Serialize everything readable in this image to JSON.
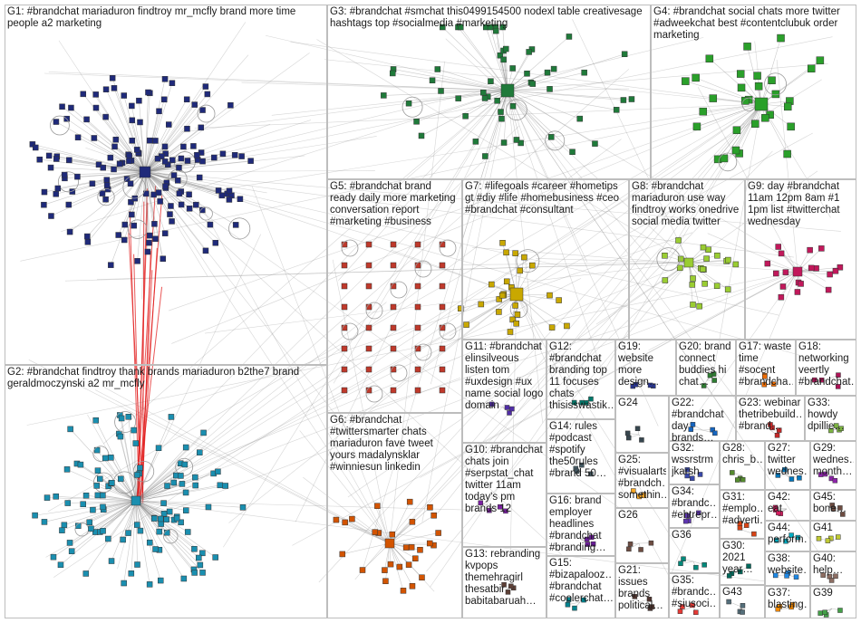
{
  "panels": [
    {
      "id": "G1",
      "label": "G1: #brandchat mariaduron findtroy mr_mcfly brand more time people a2 marketing",
      "theme": "#1f2a7a"
    },
    {
      "id": "G2",
      "label": "G2: #brandchat findtroy thank brands mariaduron b2the7 brand geraldmoczynski a2 mr_mcfly",
      "theme": "#1a8fb0"
    },
    {
      "id": "G3",
      "label": "G3: #brandchat #smchat this0499154500 nodexl table creativesage hashtags top #socialmedia #marketing",
      "theme": "#1f7a3a"
    },
    {
      "id": "G4",
      "label": "G4: #brandchat social chats more twitter #adweekchat best #contentclubuk order marketing",
      "theme": "#2aa02a"
    },
    {
      "id": "G5",
      "label": "G5: #brandchat brand ready daily more marketing conversation report #marketing #business",
      "theme": "#c0392b"
    },
    {
      "id": "G6",
      "label": "G6: #brandchat #twittersmarter chats mariaduron fave tweet yours madalynsklar #winniesun linkedin",
      "theme": "#d35400"
    },
    {
      "id": "G7",
      "label": "G7: #lifegoals #career #hometips gt #diy #life #homebusiness #ceo #brandchat #consultant",
      "theme": "#c9a800"
    },
    {
      "id": "G8",
      "label": "G8: #brandchat mariaduron use way findtroy works onedrive social media twitter",
      "theme": "#9acd32"
    },
    {
      "id": "G9",
      "label": "G9: day #brandchat 11am 12pm 8am #1 1pm list #twitterchat wednesday",
      "theme": "#c2185b"
    },
    {
      "id": "G10",
      "label": "G10: #brandchat chats join #serpstat_chat twitter 11am today's pm brands 12",
      "theme": "#7b1fa2"
    },
    {
      "id": "G11",
      "label": "G11: #brandchat elinsilveous listen tom #uxdesign #ux name social logo domain",
      "theme": "#512da8"
    },
    {
      "id": "G12",
      "label": "G12: #brandchat branding top 11 focuses chats thisisswastik…",
      "theme": "#00796b"
    },
    {
      "id": "G13",
      "label": "G13: rebranding kvpops themehragirl thesatbir babitabaruah…",
      "theme": "#5d4037"
    },
    {
      "id": "G14",
      "label": "G14: rules #podcast #spotify the50rules #brand 50…",
      "theme": "#455a64"
    },
    {
      "id": "G15",
      "label": "G15: #bizapalooz… #brandchat #coolerchat…",
      "theme": "#00838f"
    },
    {
      "id": "G16",
      "label": "G16: brand employer headlines #brandchat #branding…",
      "theme": "#6a1b9a"
    },
    {
      "id": "G17",
      "label": "G17: waste time #socent #brandcha…",
      "theme": "#ef6c00"
    },
    {
      "id": "G18",
      "label": "G18: networking veertly #brandchat…",
      "theme": "#ad1457"
    },
    {
      "id": "G19",
      "label": "G19: website more design…",
      "theme": "#283593"
    },
    {
      "id": "G20",
      "label": "G20: brand connect buddies hi chat…",
      "theme": "#2e7d32"
    },
    {
      "id": "G21",
      "label": "G21: issues brands political…",
      "theme": "#4e342e"
    },
    {
      "id": "G22",
      "label": "G22: #brandchat day brands…",
      "theme": "#1565c0"
    },
    {
      "id": "G23",
      "label": "G23: webinar thetribebuild… #brand…",
      "theme": "#c62828"
    },
    {
      "id": "G24",
      "label": "G24",
      "theme": "#37474f"
    },
    {
      "id": "G25",
      "label": "G25: #visualarts #brandch… somethin…",
      "theme": "#f9a825"
    },
    {
      "id": "G26",
      "label": "G26",
      "theme": "#6d4c41"
    },
    {
      "id": "G27",
      "label": "G27: twitter wednes…",
      "theme": "#0277bd"
    },
    {
      "id": "G28",
      "label": "G28: chris_b…",
      "theme": "#558b2f"
    },
    {
      "id": "G29",
      "label": "G29: wednes… month…",
      "theme": "#8e24aa"
    },
    {
      "id": "G30",
      "label": "G30: 2021 year…",
      "theme": "#00695c"
    },
    {
      "id": "G31",
      "label": "G31: #emplo… #adverti…",
      "theme": "#d84315"
    },
    {
      "id": "G32",
      "label": "G32: wssrstrm jkarsh",
      "theme": "#3949ab"
    },
    {
      "id": "G33",
      "label": "G33: howdy dpillie…",
      "theme": "#7cb342"
    },
    {
      "id": "G34",
      "label": "G34: #brandc… #ehtrepr…",
      "theme": "#5e35b1"
    },
    {
      "id": "G35",
      "label": "G35: #brandc… #siusoci…",
      "theme": "#e53935"
    },
    {
      "id": "G36",
      "label": "G36",
      "theme": "#00897b"
    },
    {
      "id": "G37",
      "label": "G37: blasting…",
      "theme": "#fb8c00"
    },
    {
      "id": "G38",
      "label": "G38: website…",
      "theme": "#1e88e5"
    },
    {
      "id": "G39",
      "label": "G39",
      "theme": "#43a047"
    },
    {
      "id": "G40",
      "label": "G40: help…",
      "theme": "#8d6e63"
    },
    {
      "id": "G41",
      "label": "G41",
      "theme": "#c0ca33"
    },
    {
      "id": "G42",
      "label": "G42: eat",
      "theme": "#d81b60"
    },
    {
      "id": "G43",
      "label": "G43",
      "theme": "#546e7a"
    },
    {
      "id": "G44",
      "label": "G44: perform…",
      "theme": "#00acc1"
    },
    {
      "id": "G45",
      "label": "G45: bone…",
      "theme": "#6d4c41"
    }
  ],
  "colors": {
    "edge": "#8a8a8a",
    "hub_edge": "#e01010",
    "border": "#bdbdbd",
    "node_border": "#333333"
  }
}
